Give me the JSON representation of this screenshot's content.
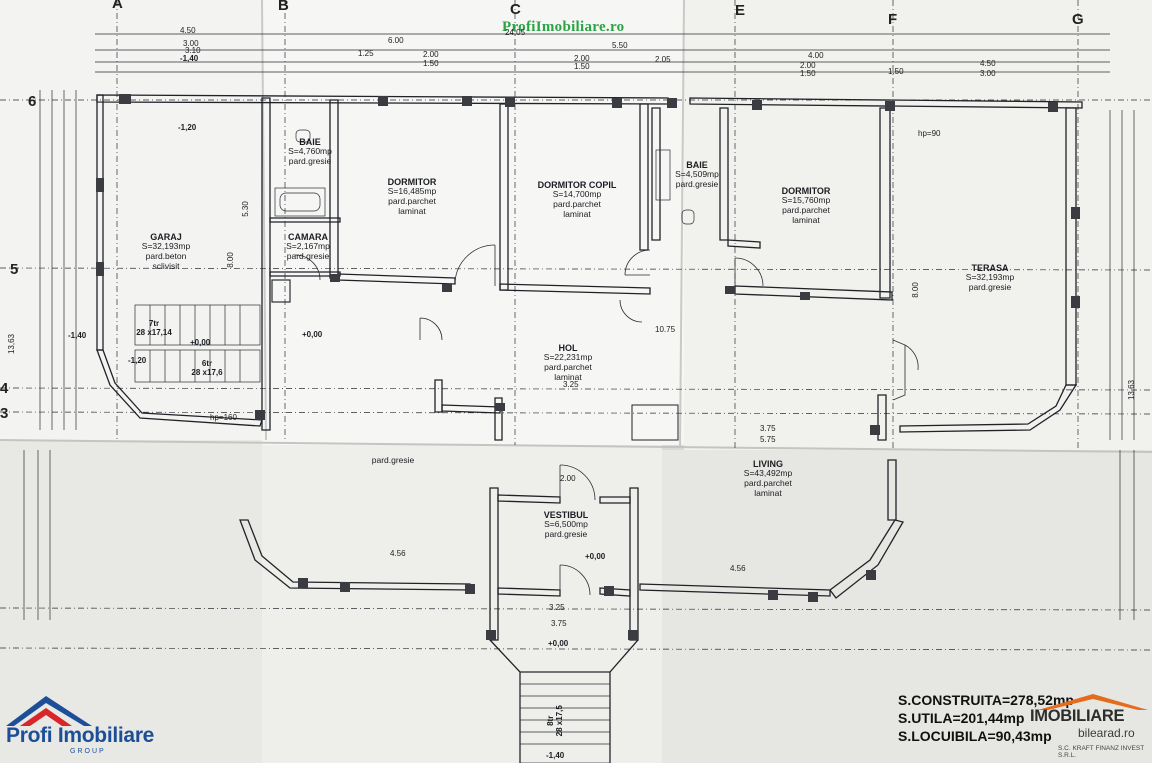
{
  "watermark": "ProfiImobiliare.ro",
  "grid_letters": [
    "A",
    "B",
    "C",
    "E",
    "F",
    "G"
  ],
  "grid_numbers": [
    "6",
    "5",
    "4",
    "3"
  ],
  "rooms": {
    "garaj": {
      "name": "GARAJ",
      "area": "S=32,193mp",
      "floor": "pard.beton",
      "floor2": "sclivisit"
    },
    "baie1": {
      "name": "BAIE",
      "area": "S=4,760mp",
      "floor": "pard.gresie"
    },
    "camara": {
      "name": "CAMARA",
      "area": "S=2,167mp",
      "floor": "pard.gresie"
    },
    "dormitor1": {
      "name": "DORMITOR",
      "area": "S=16,485mp",
      "floor": "pard.parchet",
      "floor2": "laminat"
    },
    "dormitor_copil": {
      "name": "DORMITOR COPIL",
      "area": "S=14,700mp",
      "floor": "pard.parchet",
      "floor2": "laminat"
    },
    "baie2": {
      "name": "BAIE",
      "area": "S=4,509mp",
      "floor": "pard.gresie"
    },
    "dormitor2": {
      "name": "DORMITOR",
      "area": "S=15,760mp",
      "floor": "pard.parchet",
      "floor2": "laminat"
    },
    "terasa": {
      "name": "TERASA",
      "area": "S=32,193mp",
      "floor": "pard.gresie"
    },
    "hol": {
      "name": "HOL",
      "area": "S=22,231mp",
      "floor": "pard.parchet",
      "floor2": "laminat"
    },
    "vestibul": {
      "name": "VESTIBUL",
      "area": "S=6,500mp",
      "floor": "pard.gresie"
    },
    "living": {
      "name": "LIVING",
      "area": "S=43,492mp",
      "floor": "pard.parchet",
      "floor2": "laminat"
    },
    "partial_left": {
      "floor": "pard.gresie"
    }
  },
  "stairs": {
    "garaj_a": {
      "steps": "7tr",
      "size": "28 x17,14"
    },
    "garaj_b": {
      "steps": "6tr",
      "size": "28 x17,6"
    },
    "entrance": {
      "steps": "8tr",
      "size": "28 x17,5"
    }
  },
  "levels": {
    "garaj": "-1,20",
    "top_left": "-1,40",
    "left_mid": "-1,40",
    "stair_bottom": "-1,20",
    "camara_floor": "+0,00",
    "garaj_stair_top": "+0,00",
    "vestibul": "+0,00",
    "entrance": "+0,00",
    "entrance_bottom": "-1,40"
  },
  "dimensions": {
    "top_overall": "24,05",
    "top_row": [
      "4.50",
      "6.00",
      "5.50",
      "4.00"
    ],
    "top_row2": [
      "3.00",
      "1.25",
      "2.00",
      "2.00",
      "2.00",
      "2.05",
      "4.50"
    ],
    "top_row3": [
      "3.10",
      "1.50",
      "1.50",
      "1.50",
      "1.50",
      "3.00"
    ],
    "hol_width": "10.75",
    "hol_len": "3.25",
    "garaj_len": "5.30",
    "garaj_depth": "8.00",
    "terasa_depth": "8.00",
    "bottom_mid": "3.75",
    "bottom_mid2": "5.75",
    "living_width": "4.56",
    "living_left": "4.56",
    "left_total": "13,63",
    "right_total": "13,63",
    "vestibul_w": "2.00",
    "vestibul_w2": "3.25",
    "entry_w": "3.75",
    "hp_90": "hp=90",
    "hp_160": "hp=160"
  },
  "summary": {
    "construita": "S.CONSTRUITA=278,52mp",
    "utila": "S.UTILA=201,44mp",
    "locuibila": "S.LOCUIBILA=90,43mp"
  },
  "logo_left": {
    "text": "Profi Imobiliare",
    "sub": "GROUP"
  },
  "logo_right": {
    "text": "IMOBILIARE",
    "url": "bilearad.ro",
    "company": "S.C. KRAFT FINANZ INVEST S.R.L."
  }
}
